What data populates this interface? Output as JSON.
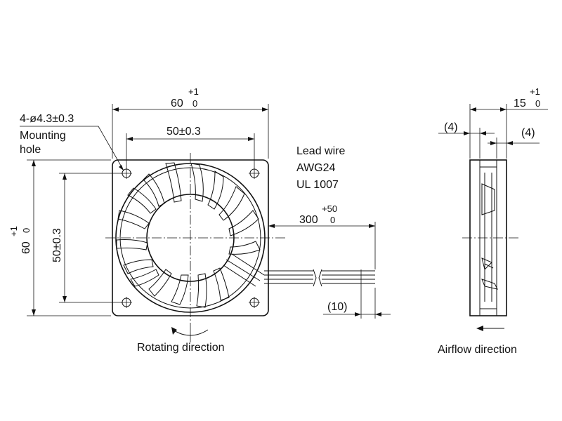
{
  "front_view": {
    "width_nominal": "60",
    "width_tol_plus": "+1",
    "width_tol_minus": "0",
    "hole_pitch_h": "50±0.3",
    "mounting_hole_size": "4-ø4.3±0.3",
    "mounting_hole_label_1": "Mounting",
    "mounting_hole_label_2": "hole",
    "height_nominal": "60",
    "height_tol_plus": "+1",
    "height_tol_minus": "0",
    "hole_pitch_v": "50±0.3",
    "rotating_direction": "Rotating direction"
  },
  "lead_wire": {
    "line1": "Lead wire",
    "line2": "AWG24",
    "line3": "UL 1007",
    "length_nominal": "300",
    "length_tol_plus": "+50",
    "length_tol_minus": "0",
    "strip_length": "(10)"
  },
  "side_view": {
    "thickness_nominal": "15",
    "thickness_tol_plus": "+1",
    "thickness_tol_minus": "0",
    "flange_left": "(4)",
    "flange_right": "(4)",
    "airflow_direction": "Airflow direction"
  }
}
